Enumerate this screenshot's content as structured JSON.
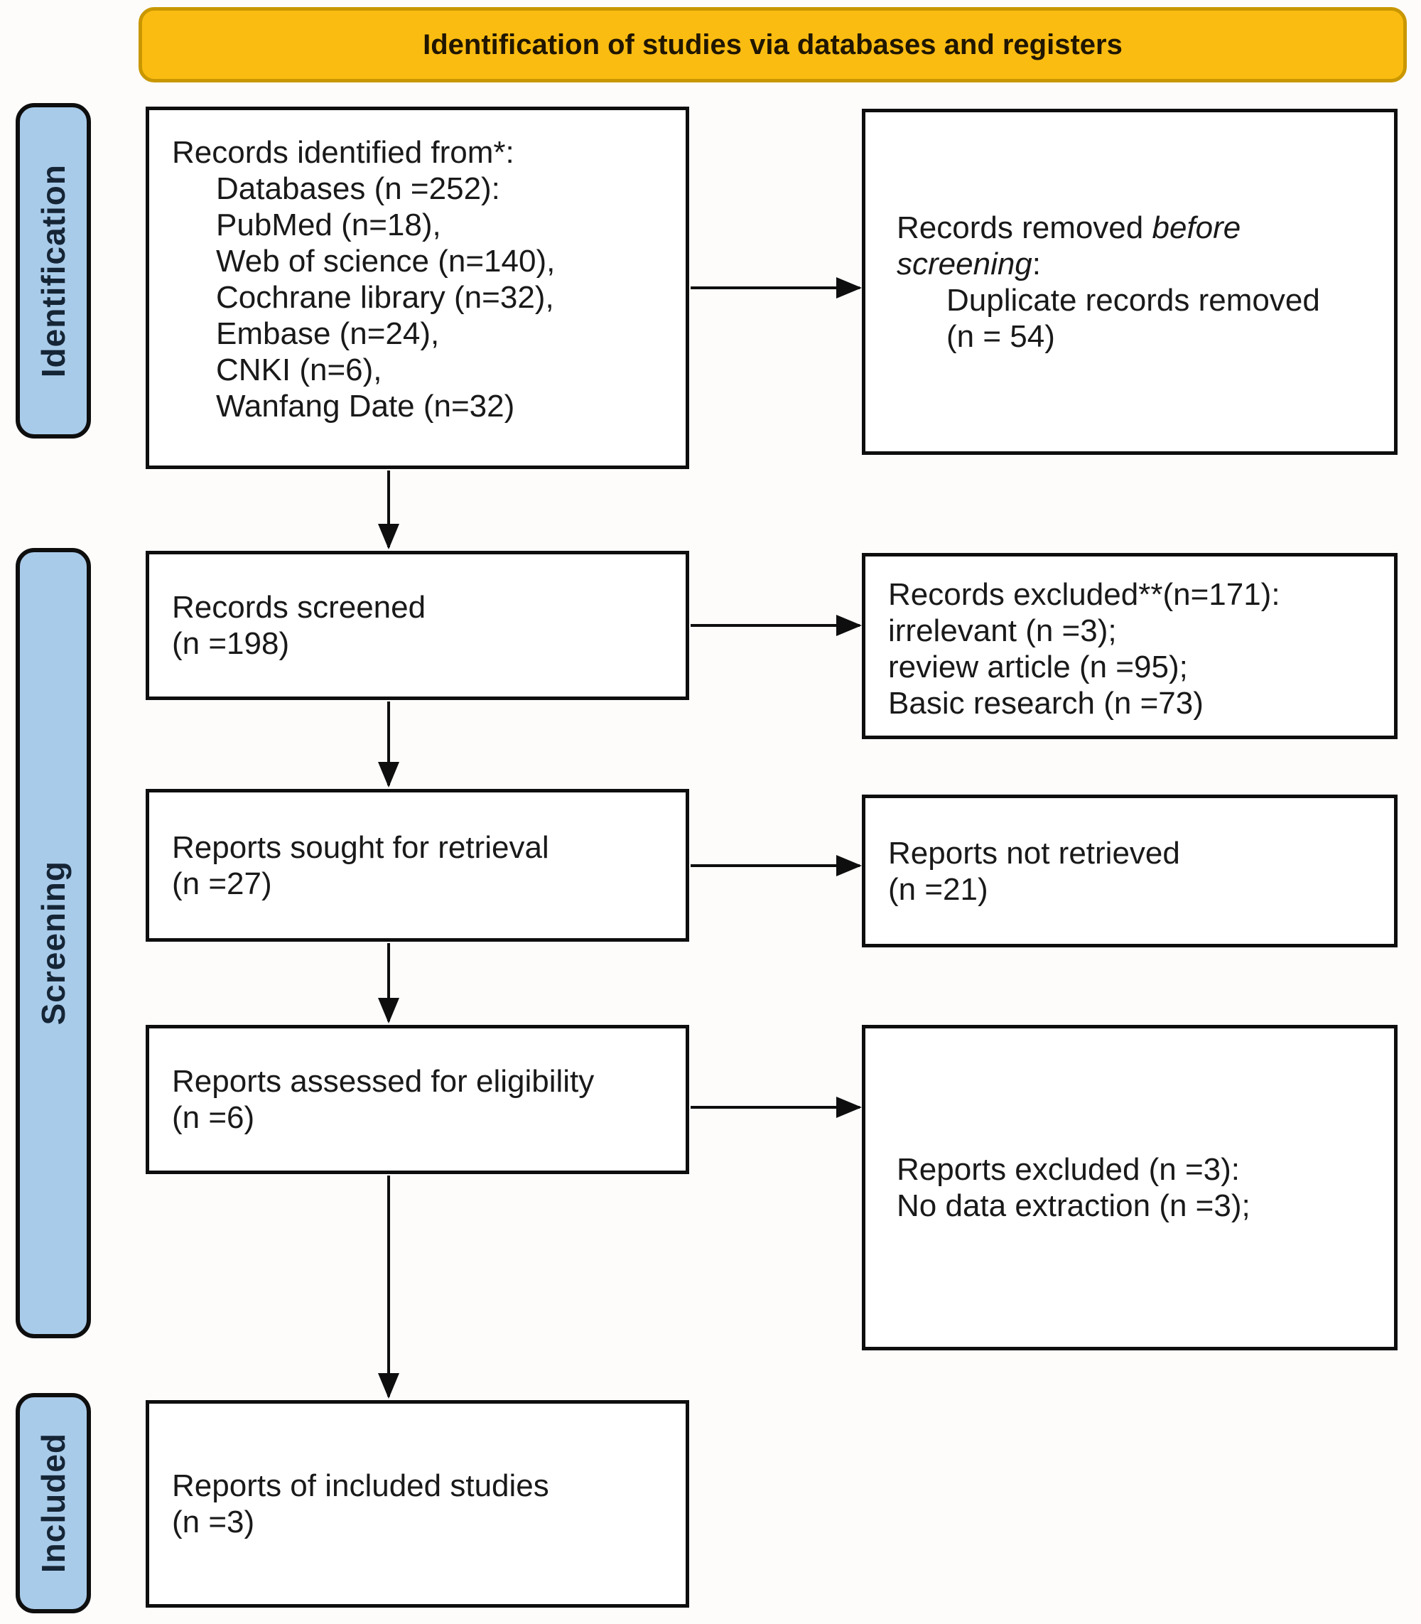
{
  "banner": {
    "title": "Identification of studies via databases and registers"
  },
  "stages": {
    "identification": "Identification",
    "screening": "Screening",
    "included": "Included"
  },
  "boxes": {
    "identified": {
      "lines": [
        "Records identified from*:",
        "Databases (n =252):",
        "PubMed (n=18),",
        "Web of science (n=140),",
        "Cochrane library (n=32),",
        "Embase (n=24),",
        "CNKI (n=6),",
        "Wanfang Date (n=32)"
      ]
    },
    "removed": {
      "line1_normal": "Records removed ",
      "line1_italic": "before",
      "line2_italic": "screening",
      "line2_normal": ":",
      "detail": "Duplicate records removed",
      "count": "(n = 54)"
    },
    "screened": {
      "line1": "Records screened",
      "line2": "(n =198)"
    },
    "excluded_records": {
      "lines": [
        "Records excluded**(n=171):",
        "irrelevant (n =3);",
        "review article (n =95);",
        "Basic research (n =73)"
      ]
    },
    "sought": {
      "line1": "Reports sought for retrieval",
      "line2": "(n =27)"
    },
    "not_retrieved": {
      "line1": "Reports not retrieved",
      "line2": "(n =21)"
    },
    "assessed": {
      "line1": "Reports assessed for eligibility",
      "line2": "(n =6)"
    },
    "excluded_reports": {
      "line1": "Reports excluded (n =3):",
      "line2": "No data extraction (n =3);"
    },
    "included_studies": {
      "line1": "Reports of included studies",
      "line2": "(n =3)"
    }
  },
  "colors": {
    "banner_fill": "#FBBC12",
    "banner_border": "#C99700",
    "stage_fill": "#A9CBEA",
    "stage_border": "#0E0E0E",
    "box_border": "#0E0E0E",
    "arrow": "#0E0E0E",
    "background": "#FEFCFB",
    "text": "#191919"
  }
}
